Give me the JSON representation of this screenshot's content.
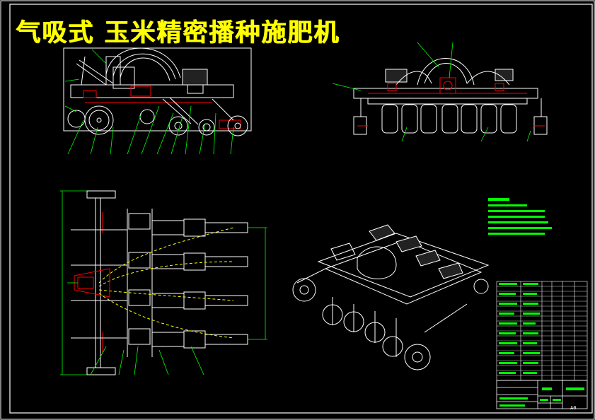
{
  "drawing": {
    "title": "气吸式 玉米精密播种施肥机",
    "sheet_number": "A0"
  },
  "colors": {
    "background": "#000000",
    "frame": "#ffffff",
    "title": "#ffff00",
    "leader": "#00ff00",
    "section": "#ff0000",
    "hidden_line": "#ffff00",
    "text": "#00ff00"
  },
  "views": [
    "side-view",
    "front-view",
    "top-view",
    "isometric-view",
    "technical-requirements",
    "parts-list",
    "title-block"
  ]
}
